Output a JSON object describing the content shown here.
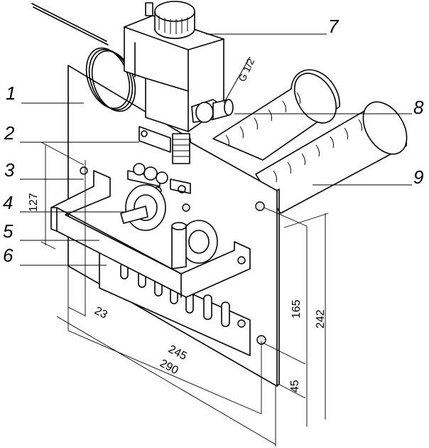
{
  "callouts": [
    {
      "id": "1",
      "label": "1"
    },
    {
      "id": "2",
      "label": "2"
    },
    {
      "id": "3",
      "label": "3"
    },
    {
      "id": "4",
      "label": "4"
    },
    {
      "id": "5",
      "label": "5"
    },
    {
      "id": "6",
      "label": "6"
    },
    {
      "id": "7",
      "label": "7"
    },
    {
      "id": "8",
      "label": "8"
    },
    {
      "id": "9",
      "label": "9"
    }
  ],
  "dimensions": {
    "d127": "127",
    "d23": "23",
    "d245": "245",
    "d290": "290",
    "d165": "165",
    "d242": "242",
    "d45": "45"
  },
  "thread_label": "G 1/2"
}
